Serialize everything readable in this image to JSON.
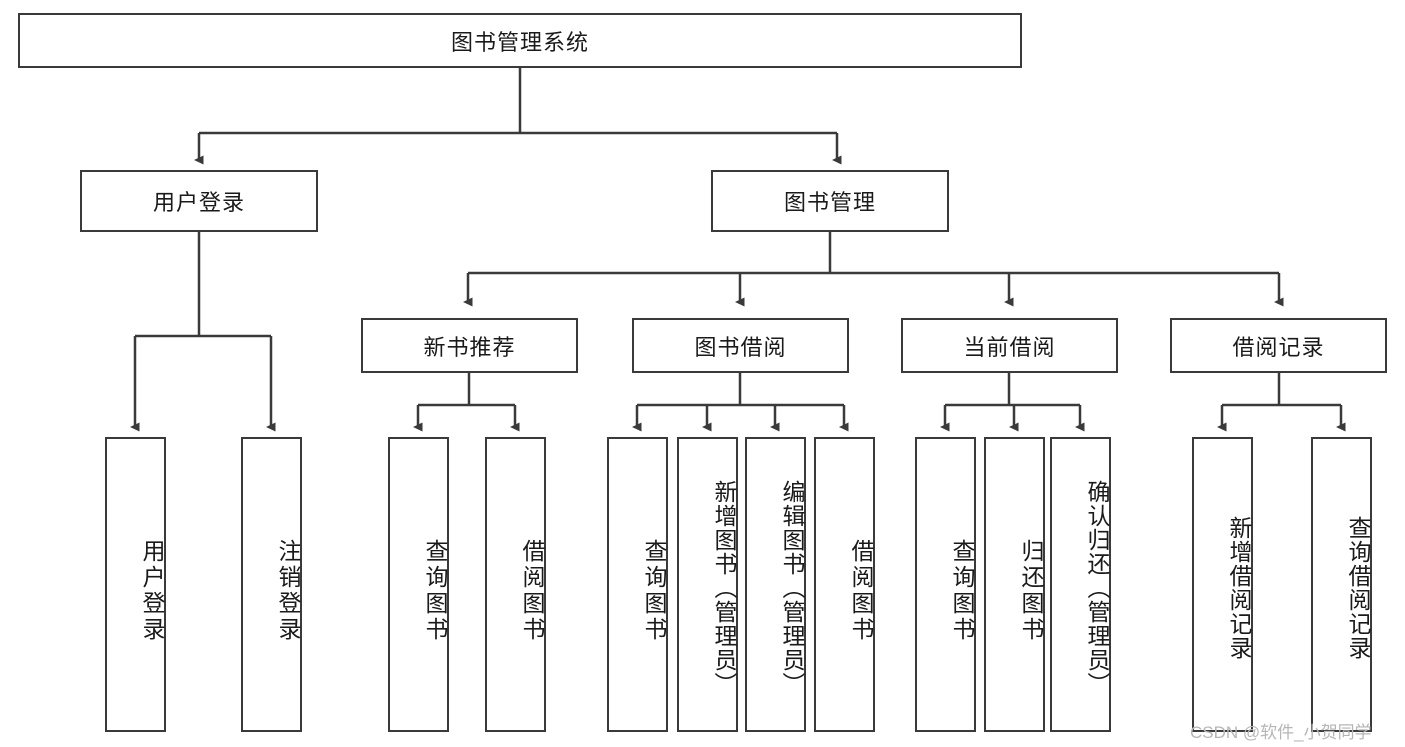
{
  "diagram": {
    "title": "图书管理系统",
    "type": "hierarchy-tree",
    "root": {
      "label": "图书管理系统"
    },
    "level2": [
      {
        "label": "用户登录"
      },
      {
        "label": "图书管理"
      }
    ],
    "level3": [
      {
        "label": "新书推荐"
      },
      {
        "label": "图书借阅"
      },
      {
        "label": "当前借阅"
      },
      {
        "label": "借阅记录"
      }
    ],
    "leaves": {
      "user_login": [
        {
          "label": "用户登录"
        },
        {
          "label": "注销登录"
        }
      ],
      "new_book_recommend": [
        {
          "label": "查询图书"
        },
        {
          "label": "借阅图书"
        }
      ],
      "book_borrow": [
        {
          "label": "查询图书"
        },
        {
          "label": "新增图书（管理员）"
        },
        {
          "label": "编辑图书（管理员）"
        },
        {
          "label": "借阅图书"
        }
      ],
      "current_borrow": [
        {
          "label": "查询图书"
        },
        {
          "label": "归还图书"
        },
        {
          "label": "确认归还（管理员）"
        }
      ],
      "borrow_record": [
        {
          "label": "新增借阅记录"
        },
        {
          "label": "查询借阅记录"
        }
      ]
    }
  },
  "watermark": {
    "text": "CSDN @软件_小贺同学"
  },
  "colors": {
    "border": "#3a3a3a",
    "text": "#1a1a1a",
    "background": "#ffffff",
    "watermark": "#b6b6b6"
  }
}
